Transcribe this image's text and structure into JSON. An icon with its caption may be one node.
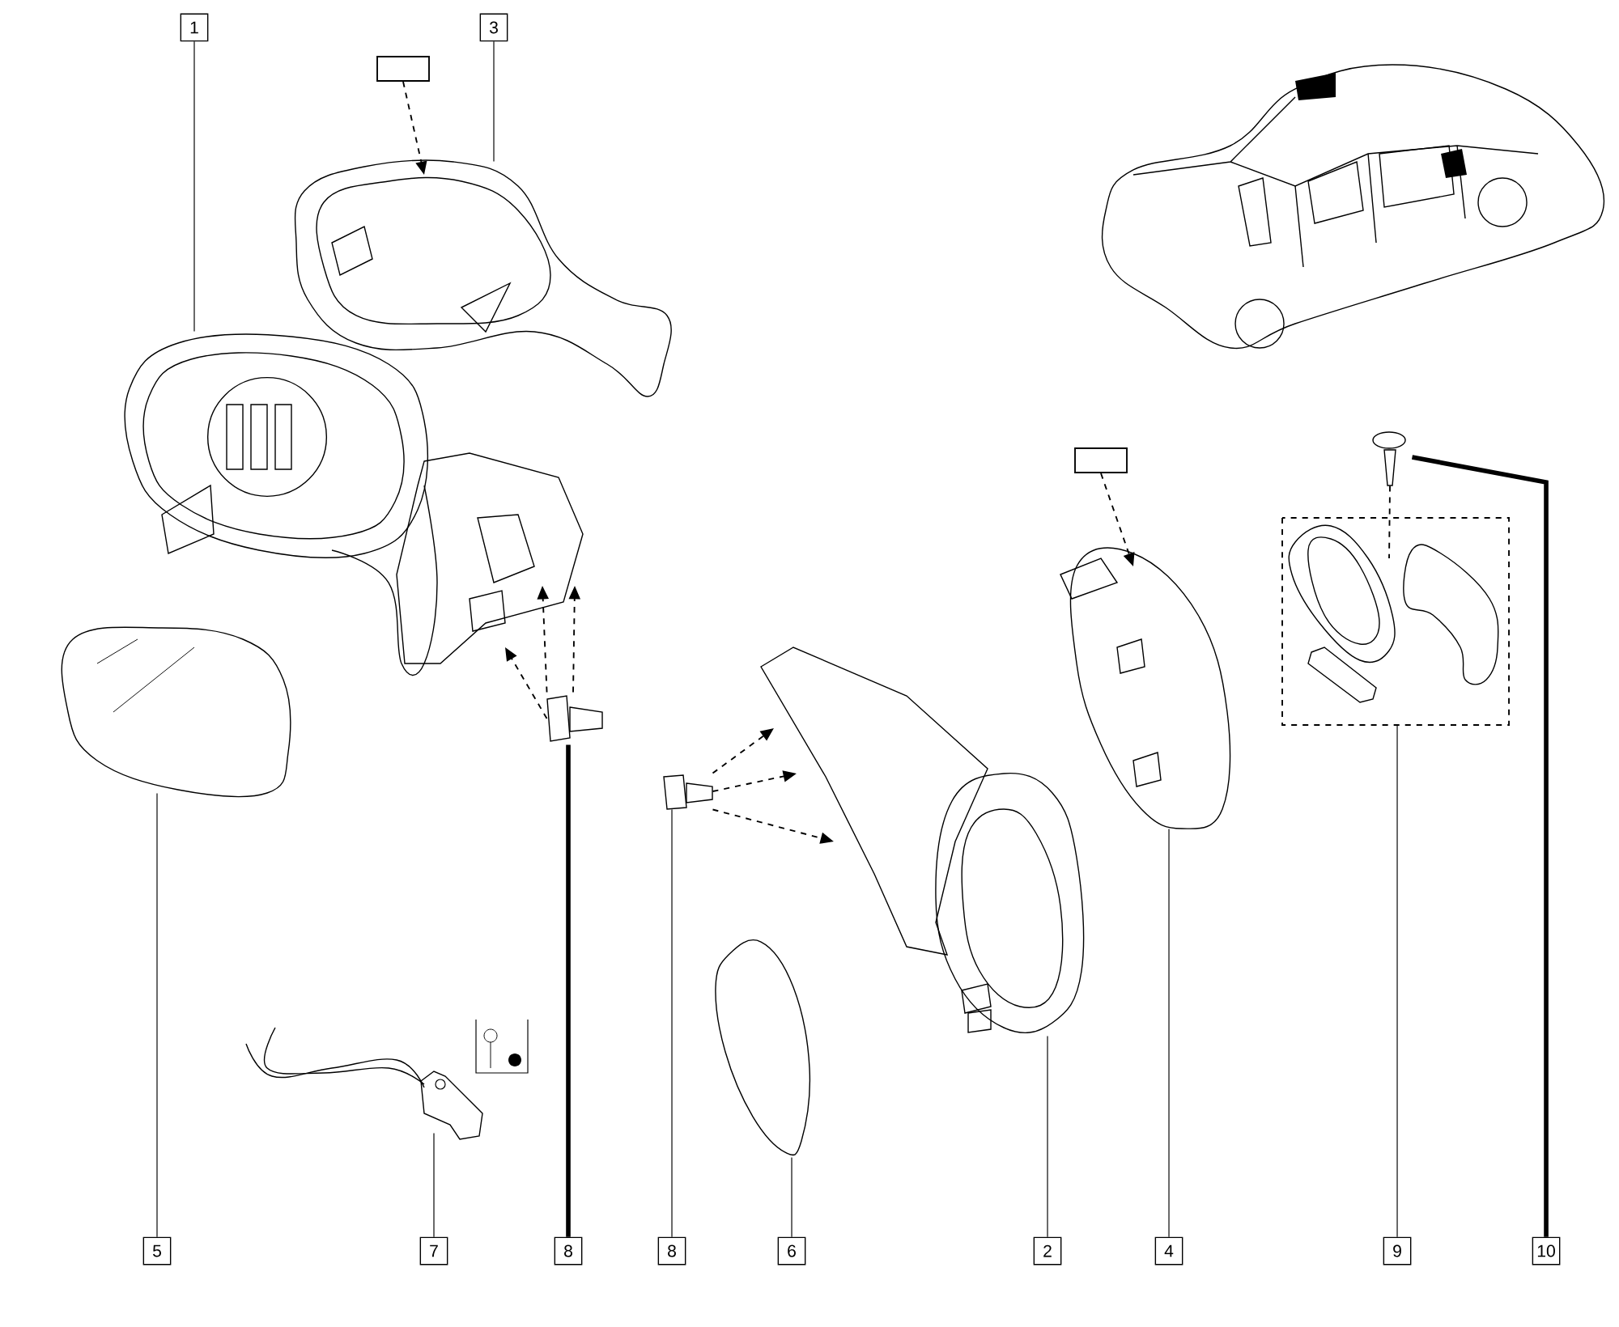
{
  "diagram": {
    "nodes": [
      {
        "text": [
          "1"
        ]
      },
      {
        "text": [
          "3"
        ]
      },
      {
        "text": [
          "5"
        ]
      },
      {
        "text": [
          "7"
        ]
      },
      {
        "text": [
          "8"
        ]
      },
      {
        "text": [
          "8"
        ]
      },
      {
        "text": [
          "6"
        ]
      },
      {
        "text": [
          "2"
        ]
      },
      {
        "text": [
          "4"
        ]
      },
      {
        "text": [
          "9"
        ]
      },
      {
        "text": [
          "10"
        ]
      },
      {
        "text": [],
        "shape": "picture"
      },
      {
        "text": [],
        "shape": "picture"
      },
      {
        "text": [],
        "shape": "picture"
      },
      {
        "text": [],
        "shape": "picture"
      },
      {
        "text": [],
        "shape": "picture"
      },
      {
        "text": [],
        "shape": "picture"
      },
      {
        "text": [],
        "shape": "picture"
      },
      {
        "text": [],
        "shape": "picture"
      },
      {
        "text": [],
        "shape": "picture"
      },
      {
        "text": [],
        "shape": "picture"
      },
      {
        "text": [],
        "shape": "picture"
      },
      {
        "text": [],
        "shape": "box"
      },
      {
        "text": [],
        "shape": "box"
      }
    ],
    "edges": [
      {
        "from": 0,
        "to": 11,
        "arrow": "none"
      },
      {
        "from": 1,
        "to": 12,
        "arrow": "none"
      },
      {
        "from": 2,
        "to": 13,
        "arrow": "none"
      },
      {
        "from": 3,
        "to": 14,
        "arrow": "none"
      },
      {
        "from": 4,
        "to": 15,
        "arrow": "none",
        "style": "thick"
      },
      {
        "from": 5,
        "to": 16,
        "arrow": "none"
      },
      {
        "from": 6,
        "to": 17,
        "arrow": "none"
      },
      {
        "from": 7,
        "to": 18,
        "arrow": "none"
      },
      {
        "from": 8,
        "to": 19,
        "arrow": "none"
      },
      {
        "from": 9,
        "to": 20,
        "arrow": "none"
      },
      {
        "from": 10,
        "to": 21,
        "arrow": "none",
        "style": "thick"
      },
      {
        "from": 15,
        "to": 11,
        "arrow": "to",
        "style": "dashed"
      },
      {
        "from": 15,
        "to": 11,
        "arrow": "to",
        "style": "dashed"
      },
      {
        "from": 15,
        "to": 11,
        "arrow": "to",
        "style": "dashed"
      },
      {
        "from": 16,
        "to": 18,
        "arrow": "to",
        "style": "dashed"
      },
      {
        "from": 16,
        "to": 18,
        "arrow": "to",
        "style": "dashed"
      },
      {
        "from": 16,
        "to": 18,
        "arrow": "to",
        "style": "dashed"
      },
      {
        "from": 22,
        "to": 12,
        "arrow": "to",
        "style": "dashed"
      },
      {
        "from": 23,
        "to": 19,
        "arrow": "to",
        "style": "dashed"
      },
      {
        "from": 21,
        "to": 20,
        "arrow": "none",
        "style": "dashed"
      }
    ]
  }
}
